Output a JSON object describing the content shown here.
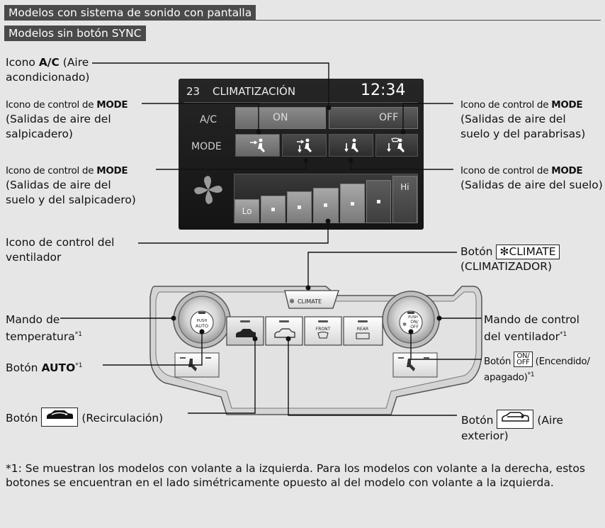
{
  "headers": [
    "Modelos con sistema de sonido con pantalla",
    "Modelos sin botón SYNC"
  ],
  "screen": {
    "page_number": "23",
    "title": "CLIMATIZACIÓN",
    "time": "12:34",
    "ac_label": "A/C",
    "ac_on": "ON",
    "ac_off": "OFF",
    "mode_label": "MODE",
    "fan_lo": "Lo",
    "fan_hi": "Hi"
  },
  "labels": {
    "ac_icon": {
      "line1_pre": "Icono ",
      "line1_bold": "A/C",
      "line1_post": " (Aire",
      "line2": "acondicionado)"
    },
    "mode_dash": {
      "pre": "Icono de control de ",
      "bold": "MODE",
      "line2": "(Salidas de aire del",
      "line3": "salpicadero)"
    },
    "mode_floor_dash": {
      "pre": "Icono de control de ",
      "bold": "MODE",
      "line2": "(Salidas de aire del",
      "line3": "suelo y del salpicadero)"
    },
    "mode_floor_windshield": {
      "pre": "Icono de control de ",
      "bold": "MODE",
      "line2": "(Salidas de aire del",
      "line3": "suelo y del parabrisas)"
    },
    "mode_floor": {
      "pre": "Icono de control de ",
      "bold": "MODE",
      "line2": "(Salidas de aire del suelo)"
    },
    "fan_icon": {
      "line1": "Icono de control del",
      "line2": "ventilador"
    },
    "climate_button": {
      "pre": "Botón ",
      "btn": "CLIMATE",
      "line2": "(CLIMATIZADOR)"
    },
    "temp_knob": {
      "line1": "Mando de",
      "line2": "temperatura",
      "sup": "*1"
    },
    "fan_knob": {
      "line1": "Mando de control",
      "line2": "del ventilador",
      "sup": "*1"
    },
    "auto_button": {
      "pre": "Botón ",
      "bold": "AUTO",
      "sup": "*1"
    },
    "onoff_button": {
      "pre": "Botón ",
      "btn_top": "ON/",
      "btn_bottom": "OFF",
      "post": " (Encendido/",
      "line2": "apagado)",
      "sup": "*1"
    },
    "recirc_button": {
      "pre": "Botón ",
      "post": " (Recirculación)"
    },
    "outside_button": {
      "pre": "Botón ",
      "post": " (Aire",
      "line2": "exterior)"
    }
  },
  "panel": {
    "climate_btn": "CLIMATE",
    "push": "PUSH",
    "auto": "AUTO",
    "on": "ON/",
    "off": "OFF",
    "front": "FRONT",
    "rear": "REAR"
  },
  "footnote": "*1: Se muestran los modelos con volante a la izquierda. Para los modelos con volante a la derecha, estos botones se encuentran en el lado simétricamente opuesto al del modelo con volante a la izquierda.",
  "colors": {
    "header_bg": "#4a4a4a",
    "page_bg": "#e6e6e6",
    "screen_bg": "#1c1c1c"
  }
}
